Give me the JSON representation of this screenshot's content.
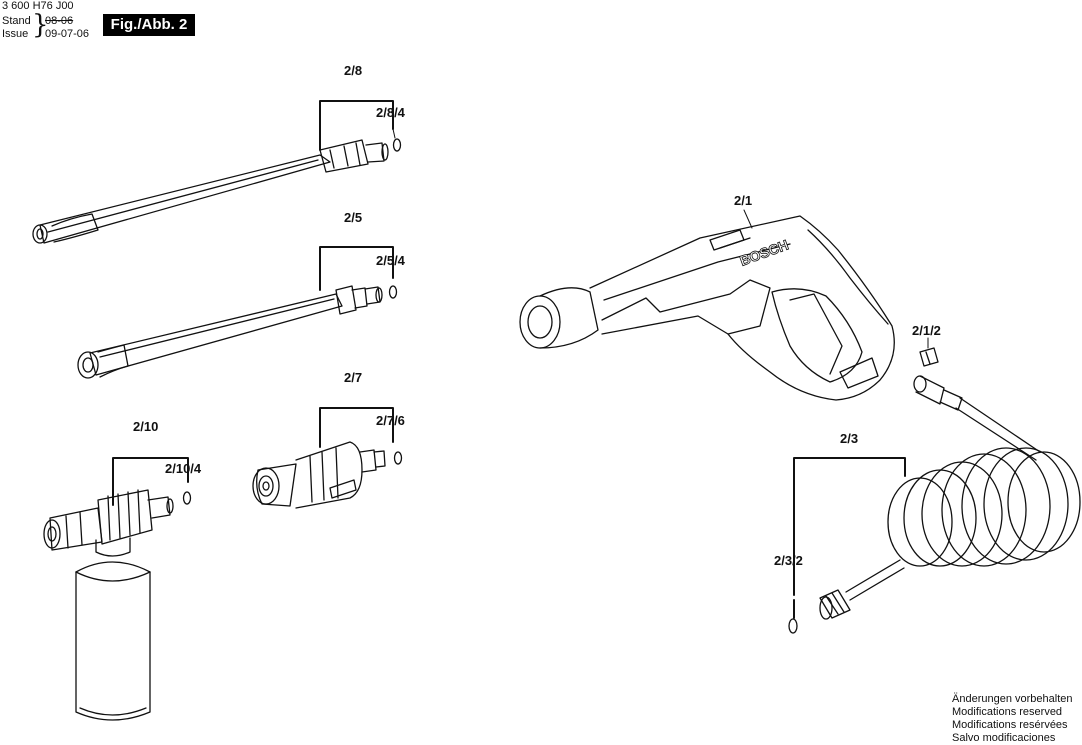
{
  "header": {
    "doc_number": "3 600 H76 J00",
    "stand_label": "Stand",
    "stand_old_date": "08-06",
    "issue_label": "Issue",
    "issue_date": "09-07-06",
    "figure_badge": "Fig./Abb. 2"
  },
  "parts": {
    "p2_8": "2/8",
    "p2_8_4": "2/8/4",
    "p2_5": "2/5",
    "p2_5_4": "2/5/4",
    "p2_7": "2/7",
    "p2_7_6": "2/7/6",
    "p2_10": "2/10",
    "p2_10_4": "2/10/4",
    "p2_1": "2/1",
    "p2_1_2": "2/1/2",
    "p2_3": "2/3",
    "p2_3_2": "2/3/2"
  },
  "brand_mark": "BOSCH",
  "footer": {
    "line1": "Änderungen vorbehalten",
    "line2": "Modifications reserved",
    "line3": "Modifications resérvées",
    "line4": "Salvo modificaciones"
  }
}
